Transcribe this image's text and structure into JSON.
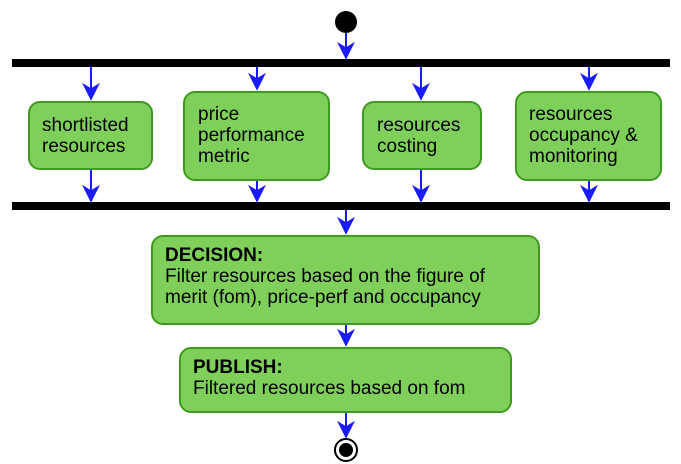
{
  "activities": [
    {
      "id": "shortlisted",
      "label": "shortlisted\nresources"
    },
    {
      "id": "price",
      "label": "price\nperformance\nmetric"
    },
    {
      "id": "costing",
      "label": "resources\ncosting"
    },
    {
      "id": "occupancy",
      "label": "resources\noccupancy &\nmonitoring"
    }
  ],
  "decision": {
    "title": "DECISION:",
    "text": "Filter resources based on the figure of\nmerit (fom), price-perf and occupancy"
  },
  "publish": {
    "title": "PUBLISH:",
    "text": "Filtered resources based on fom"
  },
  "colors": {
    "node_fill": "#7ed05a",
    "node_border": "#3f9a1f",
    "arrow": "#1a1aff",
    "bar": "#000000"
  }
}
